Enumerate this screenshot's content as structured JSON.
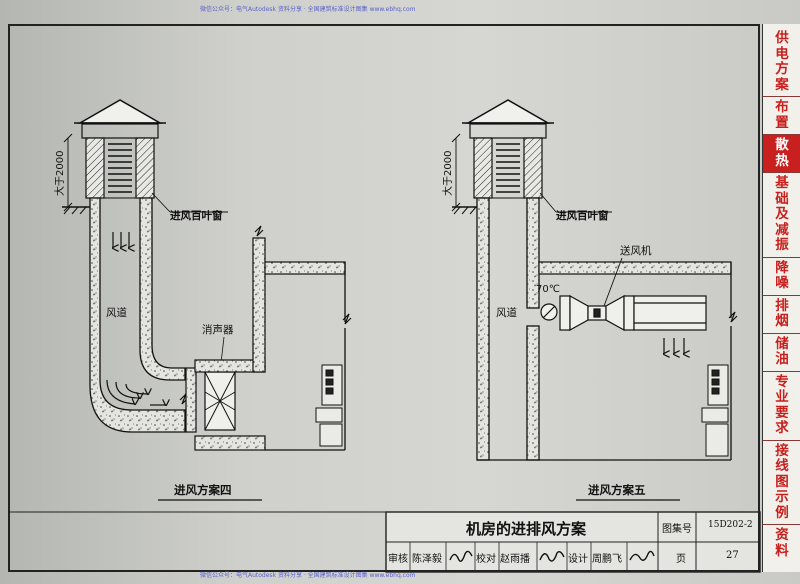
{
  "watermark": {
    "top": "微信公众号：电气Autodesk 资料分享 · 全国建筑标准设计图集 www.ebhq.com",
    "bottom": "微信公众号：电气Autodesk 资料分享 · 全国建筑标准设计图集 www.ebhq.com"
  },
  "sidebar": {
    "categories": [
      {
        "label": "供电方案",
        "active": false
      },
      {
        "label": "布置",
        "active": false
      },
      {
        "label": "散热",
        "active": true
      },
      {
        "label": "基础及减振",
        "active": false
      },
      {
        "label": "降噪",
        "active": false
      },
      {
        "label": "排烟",
        "active": false
      },
      {
        "label": "储油",
        "active": false
      },
      {
        "label": "专业要求",
        "active": false
      },
      {
        "label": "接线图示例",
        "active": false
      },
      {
        "label": "资料",
        "active": false
      }
    ]
  },
  "drawing": {
    "left": {
      "height_label": "大于2000",
      "louver_label": "进风百叶窗",
      "duct_label": "风道",
      "silencer_label": "消声器",
      "caption": "进风方案四"
    },
    "right": {
      "height_label": "大于2000",
      "louver_label": "进风百叶窗",
      "fan_label": "送风机",
      "temp_label": "70℃",
      "duct_label": "风道",
      "caption": "进风方案五"
    }
  },
  "title_block": {
    "title": "机房的进排风方案",
    "atlas_no_label": "图集号",
    "atlas_no": "15D202-2",
    "page_label": "页",
    "page": "27",
    "review_label": "审核",
    "reviewer": "陈泽毅",
    "check_label": "校对",
    "checker": "赵雨播",
    "design_label": "设计",
    "designer": "周鹏飞"
  }
}
